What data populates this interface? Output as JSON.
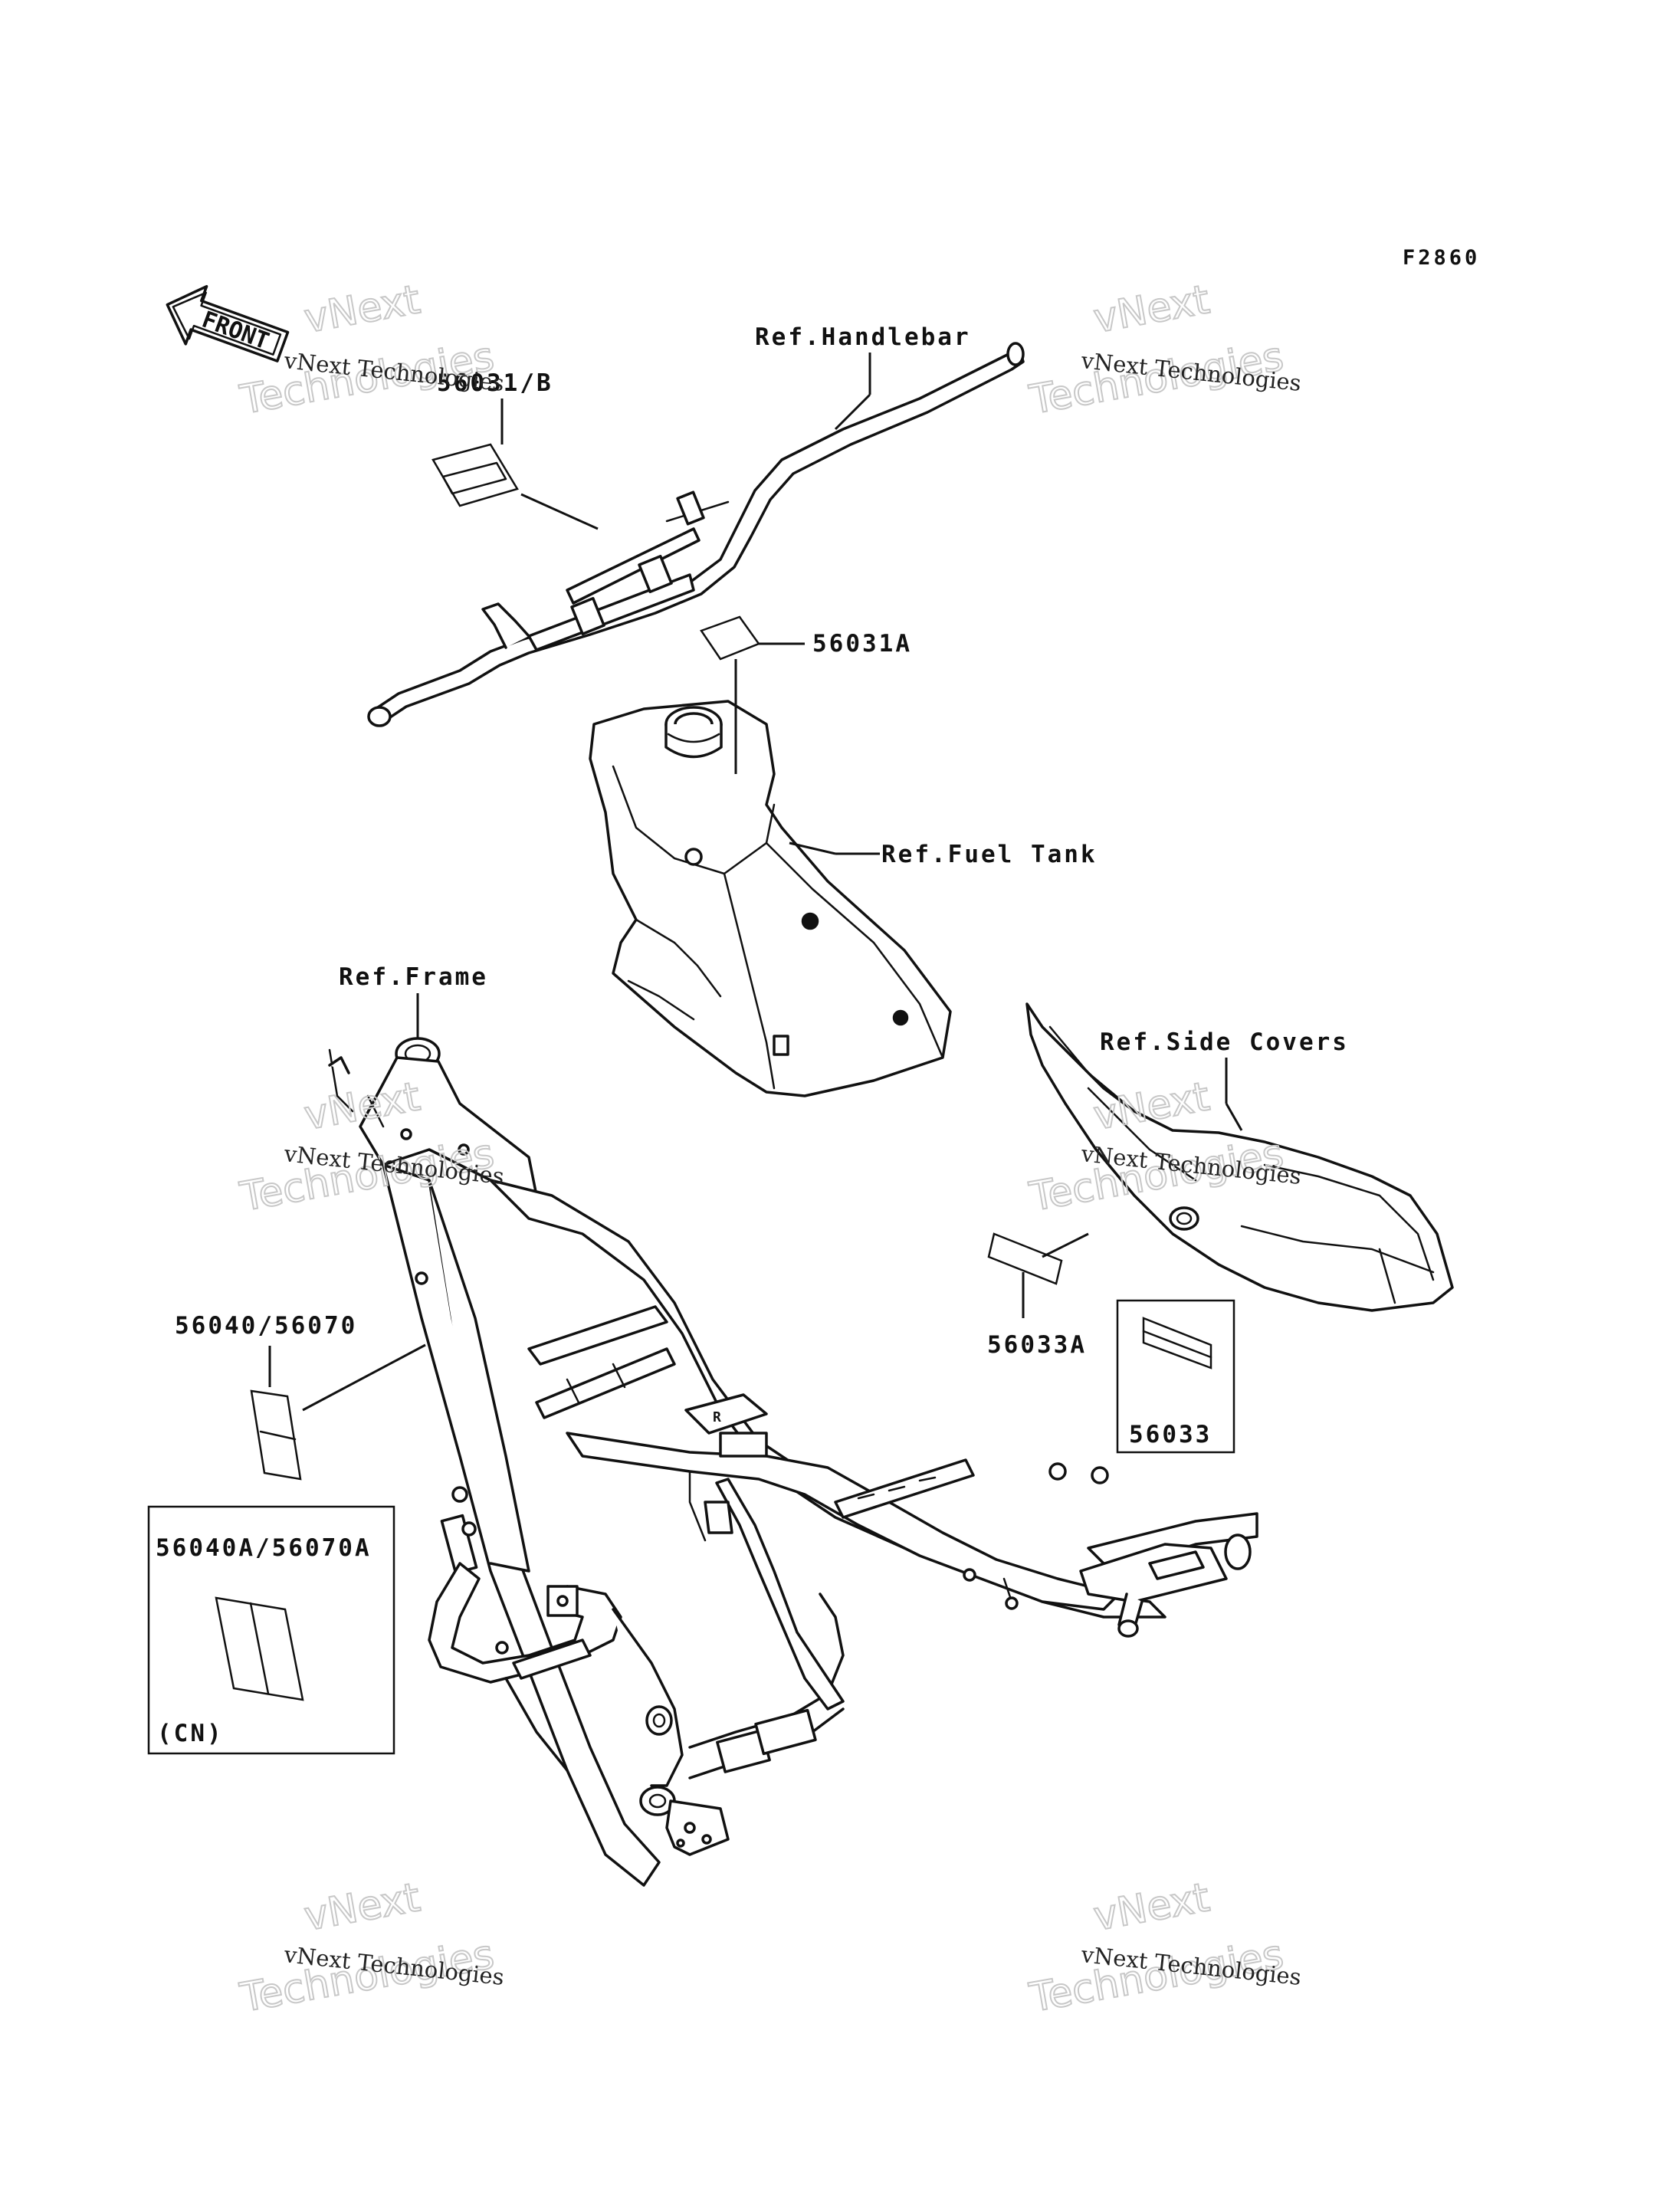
{
  "diagram": {
    "code": "F2860",
    "front_label": "FRONT",
    "watermark": {
      "line1": "vNext Technologies",
      "line2": "vNext",
      "line3": "Technologies"
    },
    "labels": {
      "ref_handlebar": "Ref.Handlebar",
      "ref_fuel_tank": "Ref.Fuel Tank",
      "ref_frame": "Ref.Frame",
      "ref_side_covers": "Ref.Side Covers",
      "part_56031b": "56031/B",
      "part_56031a": "56031A",
      "part_56033a": "56033A",
      "part_56033": "56033",
      "part_56040_56070": "56040/56070",
      "part_56040a_56070a": "56040A/56070A",
      "region_cn": "(CN)"
    }
  }
}
